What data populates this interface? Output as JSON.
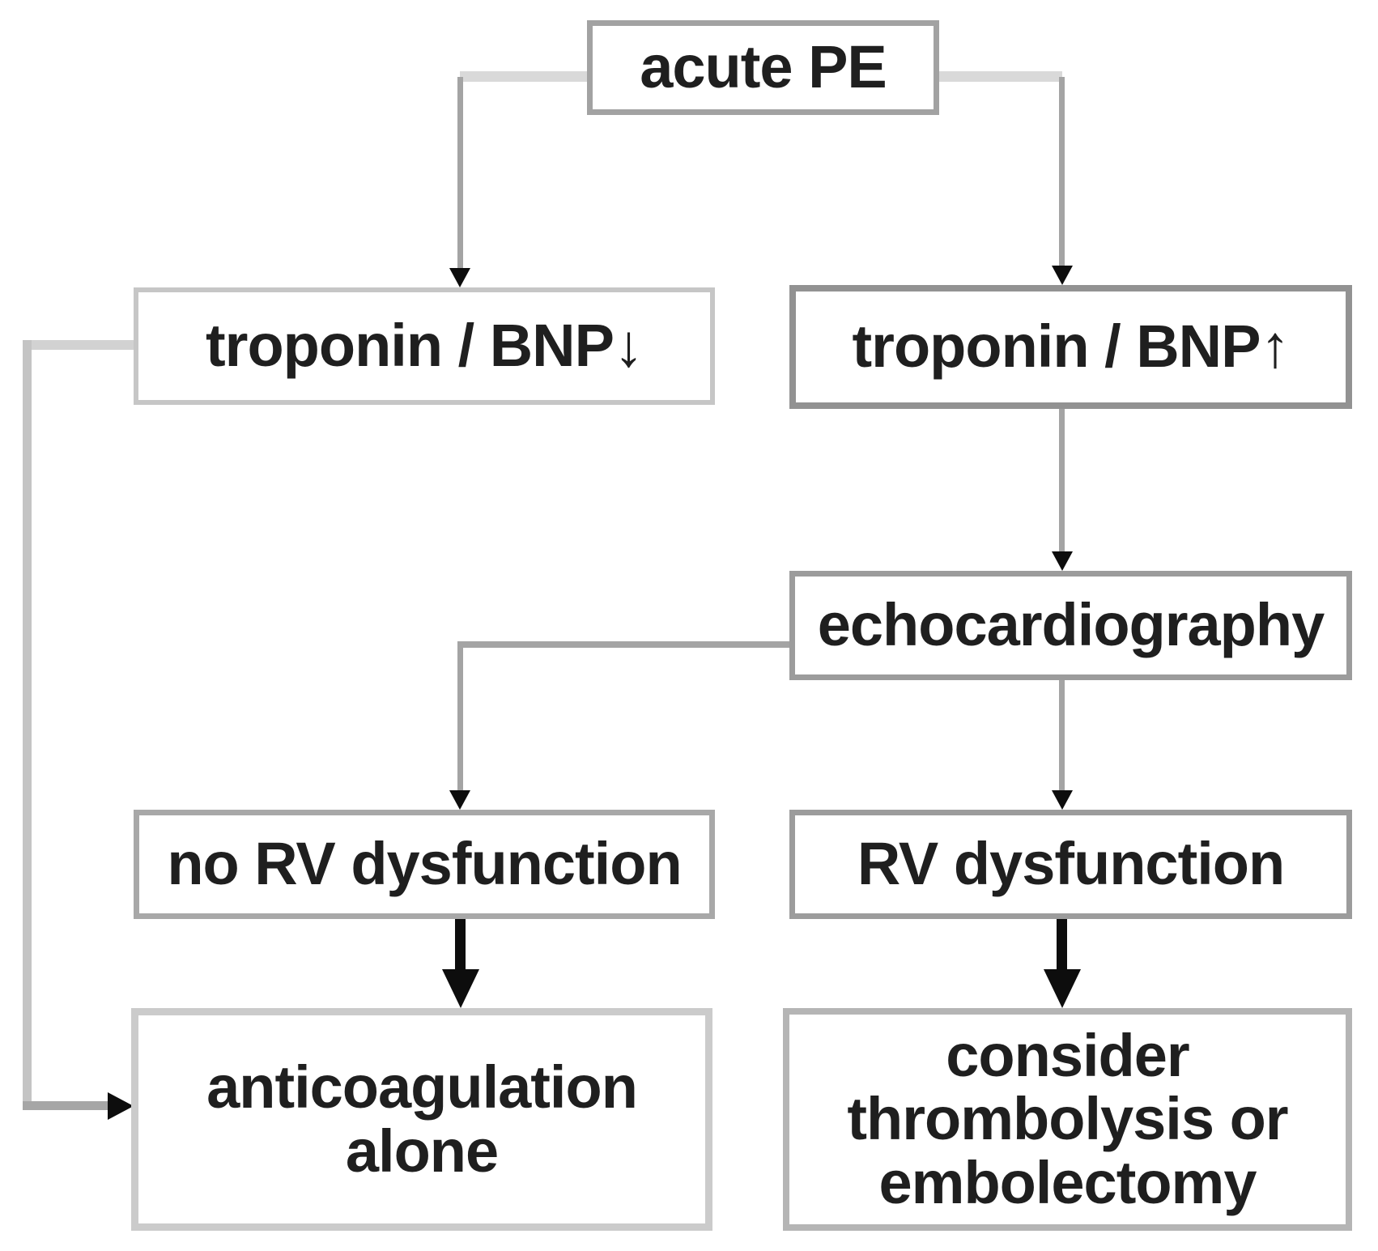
{
  "colors": {
    "background": "#ffffff",
    "line_light": "#d9d9d9",
    "line_mid": "#a4a4a4",
    "line_feedback": "#c4c4c4",
    "arrow_black": "#0d0d0d",
    "text": "#1f1f1f"
  },
  "nodes": {
    "acute_pe": {
      "label": "acute PE"
    },
    "troponin_bnp_low": {
      "label": "troponin / BNP↓"
    },
    "troponin_bnp_high": {
      "label": "troponin / BNP↑"
    },
    "echocardiography": {
      "label": "echocardiography"
    },
    "no_rv_dysfunction": {
      "label": "no RV dysfunction"
    },
    "rv_dysfunction": {
      "label": "RV dysfunction"
    },
    "anticoagulation_alone": {
      "lines": [
        "anticoagulation",
        "alone"
      ]
    },
    "consider_thrombolysis": {
      "lines": [
        "consider",
        "thrombolysis or",
        "embolectomy"
      ]
    }
  },
  "edges": [
    {
      "from": "acute_pe",
      "to": "troponin_bnp_low"
    },
    {
      "from": "acute_pe",
      "to": "troponin_bnp_high"
    },
    {
      "from": "troponin_bnp_high",
      "to": "echocardiography"
    },
    {
      "from": "echocardiography",
      "to": "no_rv_dysfunction"
    },
    {
      "from": "echocardiography",
      "to": "rv_dysfunction"
    },
    {
      "from": "no_rv_dysfunction",
      "to": "anticoagulation_alone"
    },
    {
      "from": "rv_dysfunction",
      "to": "consider_thrombolysis"
    },
    {
      "from": "troponin_bnp_low",
      "to": "anticoagulation_alone"
    }
  ]
}
